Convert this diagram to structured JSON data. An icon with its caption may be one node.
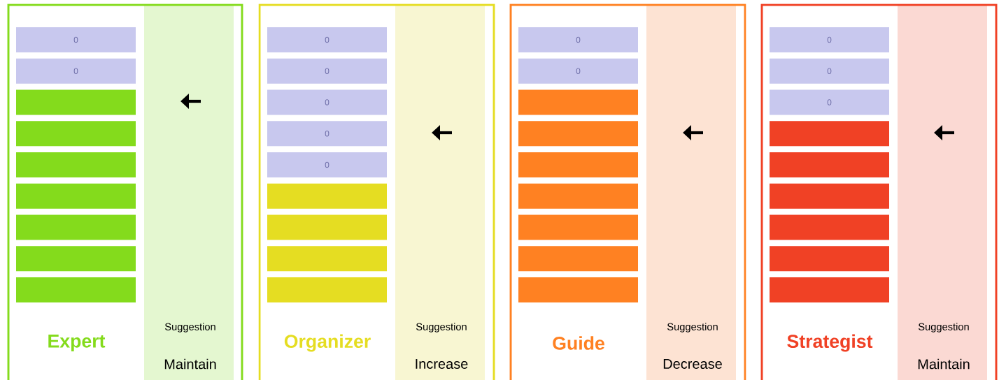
{
  "diagram": {
    "nodes": [
      {
        "text": [
          "Expert"
        ]
      },
      {
        "text": [
          "Suggestion",
          "Maintain"
        ],
        "in": 0
      },
      {
        "text": [
          "0"
        ],
        "in": 0
      },
      {
        "text": [
          "0"
        ],
        "in": 0
      },
      {
        "text": [],
        "shape": "bar",
        "in": 0
      },
      {
        "text": [],
        "shape": "bar",
        "in": 0
      },
      {
        "text": [],
        "shape": "bar",
        "in": 0
      },
      {
        "text": [],
        "shape": "bar",
        "in": 0
      },
      {
        "text": [],
        "shape": "bar",
        "in": 0
      },
      {
        "text": [],
        "shape": "bar",
        "in": 0
      },
      {
        "text": [],
        "shape": "bar",
        "in": 0
      },
      {
        "text": [
          "Organizer"
        ]
      },
      {
        "text": [
          "Suggestion",
          "Increase"
        ],
        "in": 11
      },
      {
        "text": [
          "0"
        ],
        "in": 11
      },
      {
        "text": [
          "0"
        ],
        "in": 11
      },
      {
        "text": [
          "0"
        ],
        "in": 11
      },
      {
        "text": [
          "0"
        ],
        "in": 11
      },
      {
        "text": [
          "0"
        ],
        "in": 11
      },
      {
        "text": [],
        "shape": "bar",
        "in": 11
      },
      {
        "text": [],
        "shape": "bar",
        "in": 11
      },
      {
        "text": [],
        "shape": "bar",
        "in": 11
      },
      {
        "text": [],
        "shape": "bar",
        "in": 11
      },
      {
        "text": [
          "Guide"
        ]
      },
      {
        "text": [
          "Suggestion",
          "Decrease"
        ],
        "in": 22
      },
      {
        "text": [
          "0"
        ],
        "in": 22
      },
      {
        "text": [
          "0"
        ],
        "in": 22
      },
      {
        "text": [],
        "shape": "bar",
        "in": 22
      },
      {
        "text": [],
        "shape": "bar",
        "in": 22
      },
      {
        "text": [],
        "shape": "bar",
        "in": 22
      },
      {
        "text": [],
        "shape": "bar",
        "in": 22
      },
      {
        "text": [],
        "shape": "bar",
        "in": 22
      },
      {
        "text": [],
        "shape": "bar",
        "in": 22
      },
      {
        "text": [],
        "shape": "bar",
        "in": 22
      },
      {
        "text": [
          "Strategist"
        ]
      },
      {
        "text": [
          "Suggestion",
          "Maintain"
        ],
        "in": 33
      },
      {
        "text": [
          "0"
        ],
        "in": 33
      },
      {
        "text": [
          "0"
        ],
        "in": 33
      },
      {
        "text": [
          "0"
        ],
        "in": 33
      },
      {
        "text": [],
        "shape": "bar",
        "in": 33
      },
      {
        "text": [],
        "shape": "bar",
        "in": 33
      },
      {
        "text": [],
        "shape": "bar",
        "in": 33
      },
      {
        "text": [],
        "shape": "bar",
        "in": 33
      },
      {
        "text": [],
        "shape": "bar",
        "in": 33
      },
      {
        "text": [],
        "shape": "bar",
        "in": 33
      }
    ]
  }
}
